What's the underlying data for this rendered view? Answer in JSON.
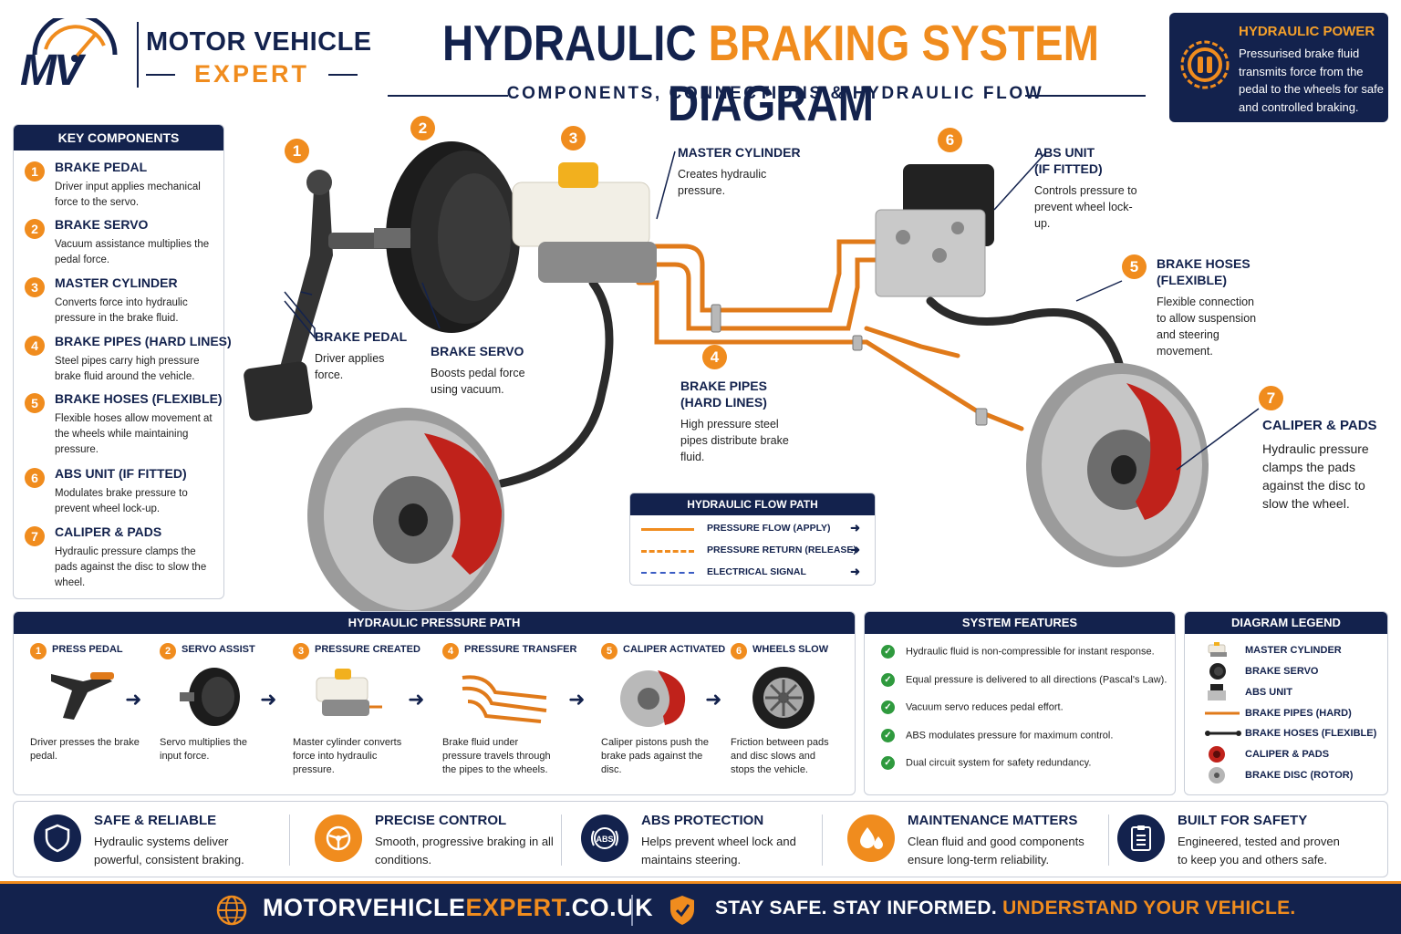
{
  "brand": {
    "logo_text": "MV",
    "name_top": "MOTOR VEHICLE",
    "name_bottom": "EXPERT"
  },
  "header": {
    "title_part1": "HYDRAULIC ",
    "title_part2": "BRAKING SYSTEM",
    "title_part3": " DIAGRAM",
    "subtitle": "COMPONENTS, CONNECTIONS & HYDRAULIC FLOW"
  },
  "hydraulic_power": {
    "title": "HYDRAULIC POWER",
    "text": "Pressurised brake fluid transmits force from the pedal to the wheels for safe and controlled braking."
  },
  "key_components": {
    "heading": "KEY COMPONENTS",
    "items": [
      {
        "num": "1",
        "name": "BRAKE PEDAL",
        "desc": "Driver input applies mechanical force to the servo."
      },
      {
        "num": "2",
        "name": "BRAKE SERVO",
        "desc": "Vacuum assistance multiplies the pedal force."
      },
      {
        "num": "3",
        "name": "MASTER CYLINDER",
        "desc": "Converts force into hydraulic pressure in the brake fluid."
      },
      {
        "num": "4",
        "name": "BRAKE PIPES (HARD LINES)",
        "desc": "Steel pipes carry high pressure brake fluid around the vehicle."
      },
      {
        "num": "5",
        "name": "BRAKE HOSES (FLEXIBLE)",
        "desc": "Flexible hoses allow movement at the wheels while maintaining pressure."
      },
      {
        "num": "6",
        "name": "ABS UNIT (IF FITTED)",
        "desc": "Modulates brake pressure to prevent wheel lock-up."
      },
      {
        "num": "7",
        "name": "CALIPER & PADS",
        "desc": "Hydraulic pressure clamps the pads against the disc to slow the wheel."
      }
    ]
  },
  "callouts": {
    "pedal": {
      "num": "1",
      "name": "BRAKE PEDAL",
      "desc": "Driver applies force."
    },
    "servo": {
      "num": "2",
      "name": "BRAKE SERVO",
      "desc": "Boosts pedal force using vacuum."
    },
    "master": {
      "num": "3",
      "name": "MASTER CYLINDER",
      "desc": "Creates hydraulic pressure."
    },
    "pipes": {
      "num": "4",
      "name_l1": "BRAKE PIPES",
      "name_l2": "(HARD LINES)",
      "desc": "High pressure steel pipes distribute brake fluid."
    },
    "hoses": {
      "num": "5",
      "name_l1": "BRAKE HOSES",
      "name_l2": "(FLEXIBLE)",
      "desc": "Flexible connection to allow suspension and steering movement."
    },
    "abs": {
      "num": "6",
      "name_l1": "ABS UNIT",
      "name_l2": "(IF FITTED)",
      "desc": "Controls pressure to prevent wheel lock-up."
    },
    "caliper": {
      "num": "7",
      "name": "CALIPER & PADS",
      "desc": "Hydraulic pressure clamps the pads against the disc to slow the wheel."
    }
  },
  "flow_path": {
    "heading": "HYDRAULIC FLOW PATH",
    "rows": [
      {
        "label": "PRESSURE FLOW (APPLY)",
        "style": "solid",
        "color": "#f08c1e"
      },
      {
        "label": "PRESSURE RETURN (RELEASE)",
        "style": "dashdot",
        "color": "#f08c1e"
      },
      {
        "label": "ELECTRICAL SIGNAL",
        "style": "dashed",
        "color": "#3a5cc4"
      }
    ]
  },
  "pressure_path": {
    "heading": "HYDRAULIC PRESSURE PATH",
    "steps": [
      {
        "num": "1",
        "name": "PRESS PEDAL",
        "desc": "Driver presses the brake pedal."
      },
      {
        "num": "2",
        "name": "SERVO ASSIST",
        "desc": "Servo multiplies the input force."
      },
      {
        "num": "3",
        "name": "PRESSURE CREATED",
        "desc": "Master cylinder converts force into hydraulic pressure."
      },
      {
        "num": "4",
        "name": "PRESSURE TRANSFER",
        "desc": "Brake fluid under pressure travels through the pipes to the wheels."
      },
      {
        "num": "5",
        "name": "CALIPER ACTIVATED",
        "desc": "Caliper pistons push the brake pads against the disc."
      },
      {
        "num": "6",
        "name": "WHEELS SLOW",
        "desc": "Friction between pads and disc slows and stops the vehicle."
      }
    ]
  },
  "system_features": {
    "heading": "SYSTEM FEATURES",
    "items": [
      "Hydraulic fluid is non-compressible for instant response.",
      "Equal pressure is delivered to all directions (Pascal's Law).",
      "Vacuum servo reduces pedal effort.",
      "ABS modulates pressure for maximum control.",
      "Dual circuit system for safety redundancy."
    ]
  },
  "diagram_legend": {
    "heading": "DIAGRAM LEGEND",
    "items": [
      "MASTER CYLINDER",
      "BRAKE SERVO",
      "ABS UNIT",
      "BRAKE PIPES (HARD)",
      "BRAKE HOSES (FLEXIBLE)",
      "CALIPER & PADS",
      "BRAKE DISC (ROTOR)"
    ]
  },
  "features": [
    {
      "icon": "shield-icon",
      "title": "SAFE & RELIABLE",
      "text": "Hydraulic systems deliver powerful, consistent braking."
    },
    {
      "icon": "steering-wheel-icon",
      "title": "PRECISE CONTROL",
      "text": "Smooth, progressive braking in all conditions."
    },
    {
      "icon": "abs-icon",
      "title": "ABS PROTECTION",
      "text": "Helps prevent wheel lock and maintains steering."
    },
    {
      "icon": "fluid-drops-icon",
      "title": "MAINTENANCE MATTERS",
      "text": "Clean fluid and good components ensure long-term reliability."
    },
    {
      "icon": "checklist-icon",
      "title": "BUILT FOR SAFETY",
      "text": "Engineered, tested and proven to keep you and others safe."
    }
  ],
  "footer": {
    "url_part1": "MOTORVEHICLE",
    "url_part2": "EXPERT",
    "url_part3": ".CO.UK",
    "slogan_part1": "STAY SAFE. STAY INFORMED. ",
    "slogan_part2": "UNDERSTAND YOUR VEHICLE."
  },
  "colors": {
    "navy": "#13224d",
    "orange": "#f08c1e",
    "caliper_red": "#c0221b",
    "check_green": "#2f9a3e"
  }
}
